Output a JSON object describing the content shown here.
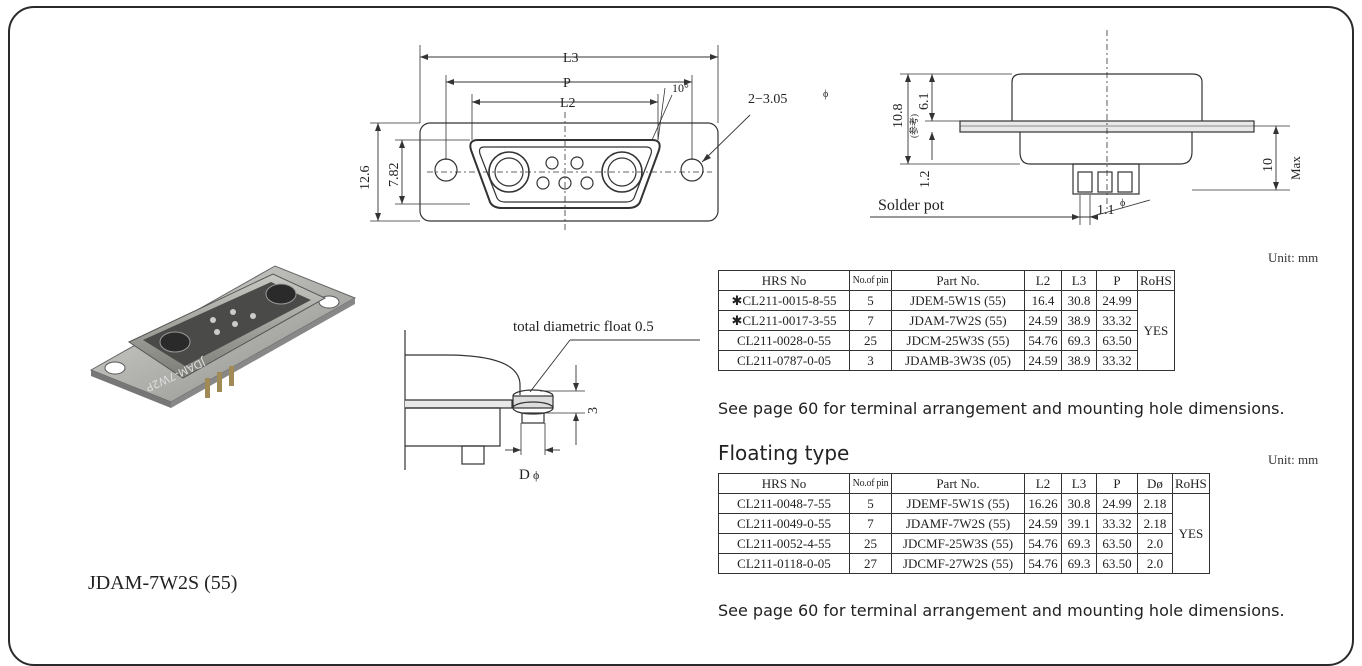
{
  "drawing_top": {
    "dim_L3": "L3",
    "dim_P": "P",
    "dim_L2": "L2",
    "dim_angle": "10°",
    "dim_hole": "2−3.05",
    "dim_height_total": "12.6",
    "dim_height_inner": "7.82"
  },
  "drawing_side": {
    "dim_108": "10.8",
    "dim_ref": "(参考)",
    "dim_61": "6.1",
    "dim_12": "1.2",
    "dim_10max": "10",
    "dim_max": "Max",
    "solder_pot": "Solder pot",
    "dim_11": "1.1"
  },
  "drawing_float": {
    "float_label": "total diametric float 0.5",
    "dim_3": "3",
    "dim_D": "D"
  },
  "photo": {
    "imprint": "JDAM-7W2P"
  },
  "caption": "JDAM-7W2S (55)",
  "table1": {
    "unit": "Unit: mm",
    "headers": [
      "HRS No",
      "No.of pin",
      "Part No.",
      "L2",
      "L3",
      "P",
      "RoHS"
    ],
    "rows": [
      {
        "hrs": "✱CL211-0015-8-55",
        "pin": "5",
        "part": "JDEM-5W1S (55)",
        "l2": "16.4",
        "l3": "30.8",
        "p": "24.99"
      },
      {
        "hrs": "✱CL211-0017-3-55",
        "pin": "7",
        "part": "JDAM-7W2S (55)",
        "l2": "24.59",
        "l3": "38.9",
        "p": "33.32"
      },
      {
        "hrs": "CL211-0028-0-55",
        "pin": "25",
        "part": "JDCM-25W3S (55)",
        "l2": "54.76",
        "l3": "69.3",
        "p": "63.50"
      },
      {
        "hrs": "CL211-0787-0-05",
        "pin": "3",
        "part": "JDAMB-3W3S (05)",
        "l2": "24.59",
        "l3": "38.9",
        "p": "33.32"
      }
    ],
    "rohs": "YES",
    "note": "See page 60 for terminal arrangement and mounting hole dimensions."
  },
  "floating": {
    "title": "Floating type",
    "unit": "Unit: mm",
    "headers": [
      "HRS No",
      "No.of pin",
      "Part No.",
      "L2",
      "L3",
      "P",
      "Dø",
      "RoHS"
    ],
    "rows": [
      {
        "hrs": "CL211-0048-7-55",
        "pin": "5",
        "part": "JDEMF-5W1S (55)",
        "l2": "16.26",
        "l3": "30.8",
        "p": "24.99",
        "d": "2.18"
      },
      {
        "hrs": "CL211-0049-0-55",
        "pin": "7",
        "part": "JDAMF-7W2S (55)",
        "l2": "24.59",
        "l3": "39.1",
        "p": "33.32",
        "d": "2.18"
      },
      {
        "hrs": "CL211-0052-4-55",
        "pin": "25",
        "part": "JDCMF-25W3S (55)",
        "l2": "54.76",
        "l3": "69.3",
        "p": "63.50",
        "d": "2.0"
      },
      {
        "hrs": "CL211-0118-0-05",
        "pin": "27",
        "part": "JDCMF-27W2S (55)",
        "l2": "54.76",
        "l3": "69.3",
        "p": "63.50",
        "d": "2.0"
      }
    ],
    "rohs": "YES",
    "note": "See page 60 for terminal arrangement and mounting hole dimensions."
  }
}
